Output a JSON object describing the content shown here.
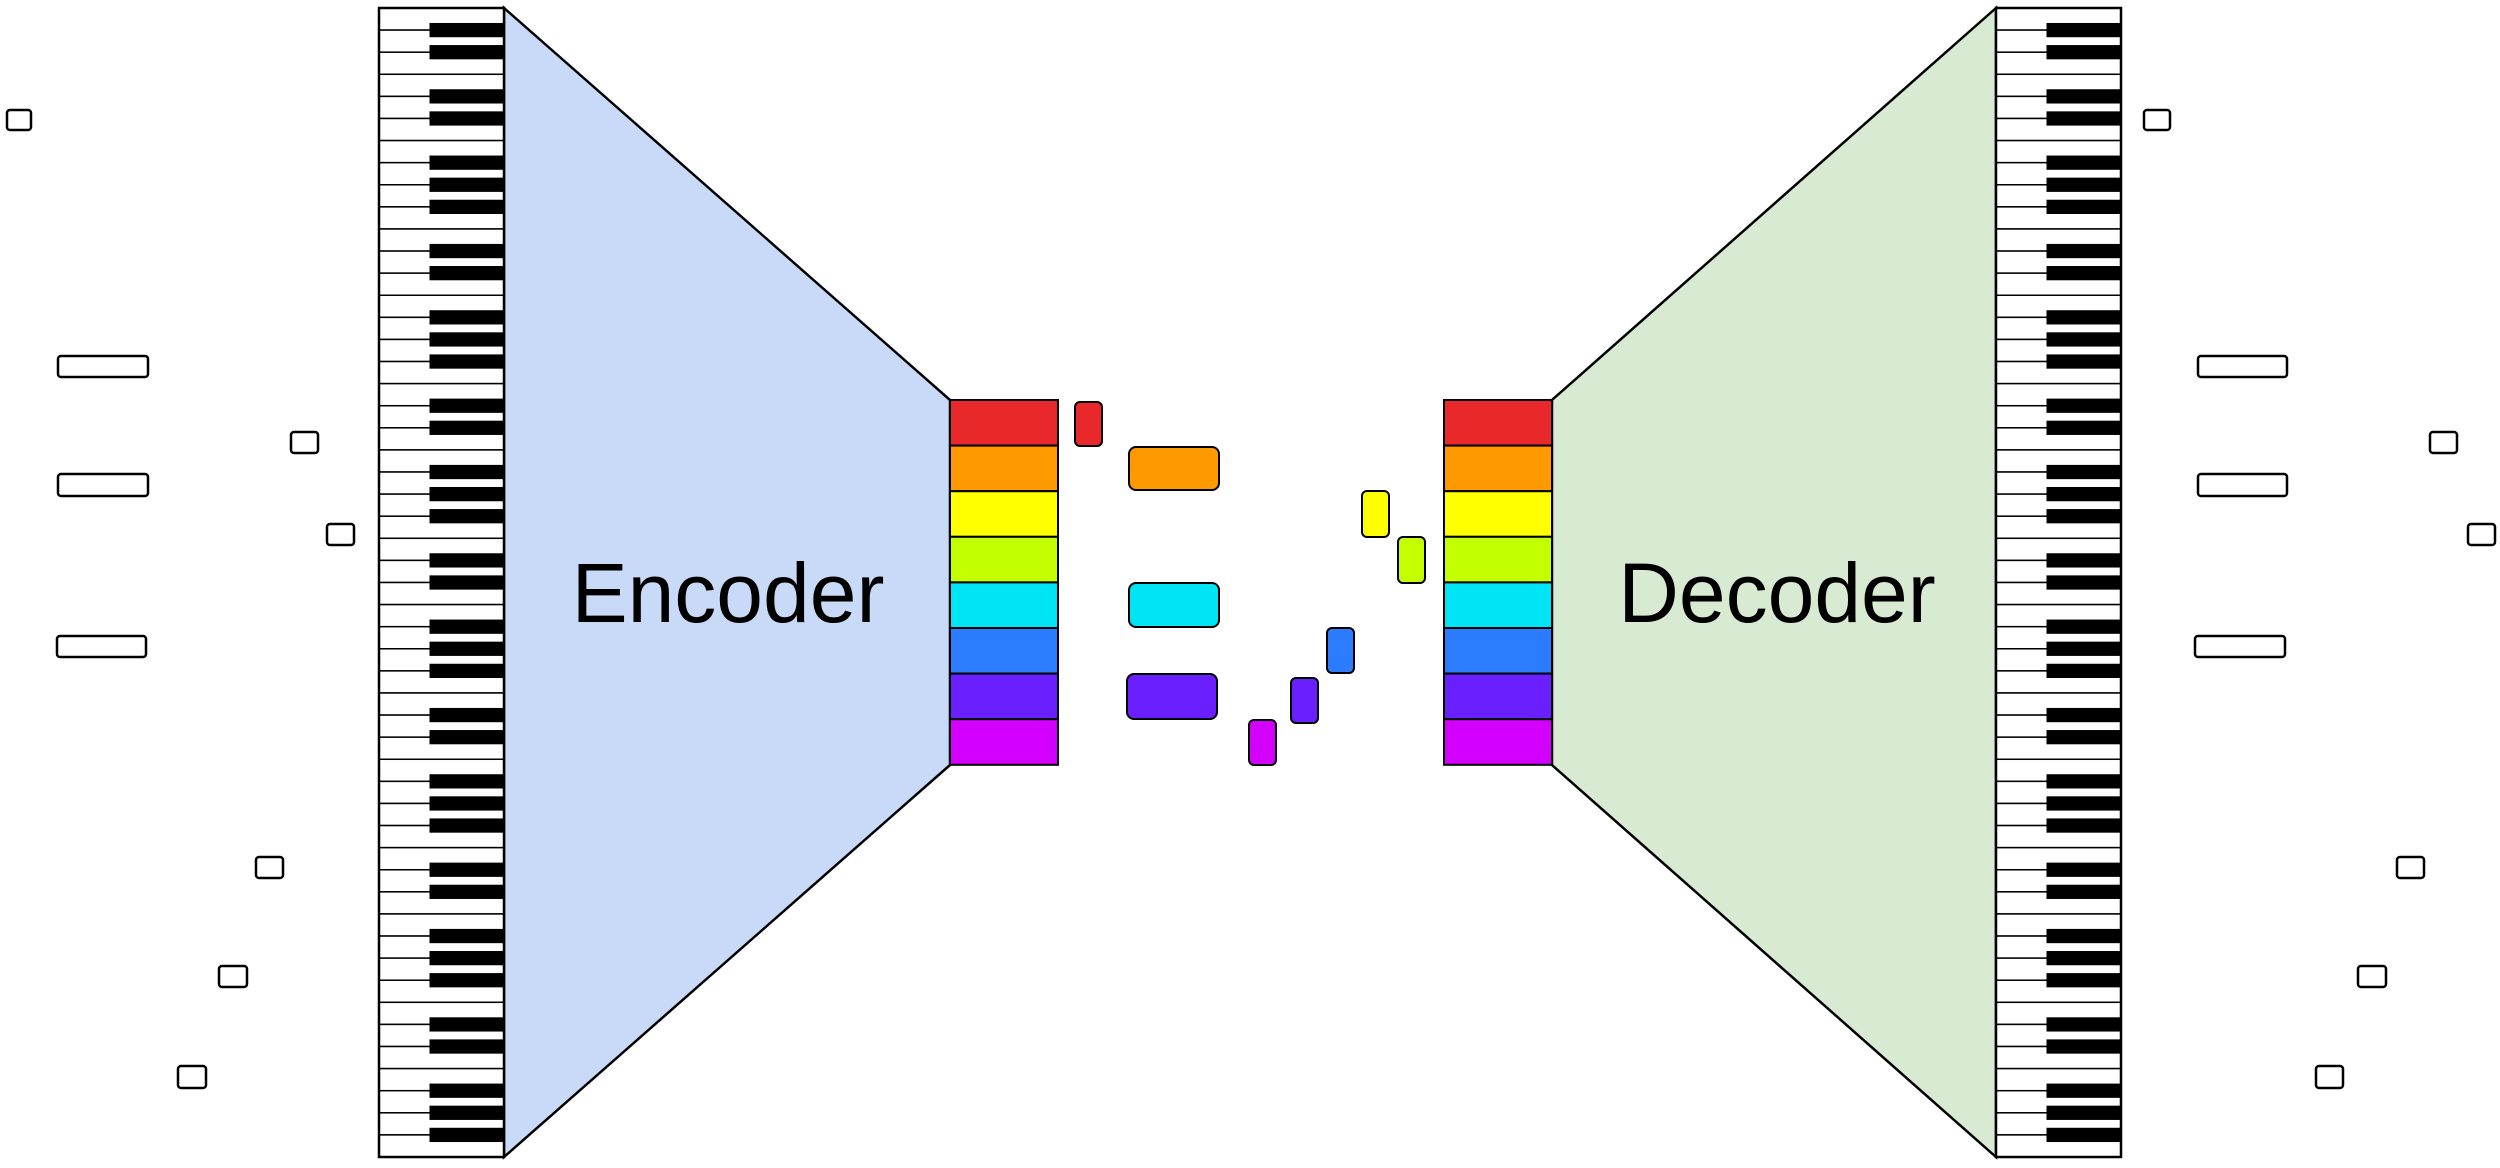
{
  "encoder": {
    "label": "Encoder",
    "fill": "#c9daf8"
  },
  "decoder": {
    "label": "Decoder",
    "fill": "#d9ead3"
  },
  "piano": {
    "white_key_count": 52,
    "white_fill": "#ffffff",
    "black_fill": "#000000"
  },
  "latent": {
    "colors": [
      "#e8282b",
      "#ff9900",
      "#ffff00",
      "#c4ff00",
      "#00e5f5",
      "#2c7cff",
      "#6a1fff",
      "#d400ff"
    ]
  },
  "outline_color": "#000000"
}
